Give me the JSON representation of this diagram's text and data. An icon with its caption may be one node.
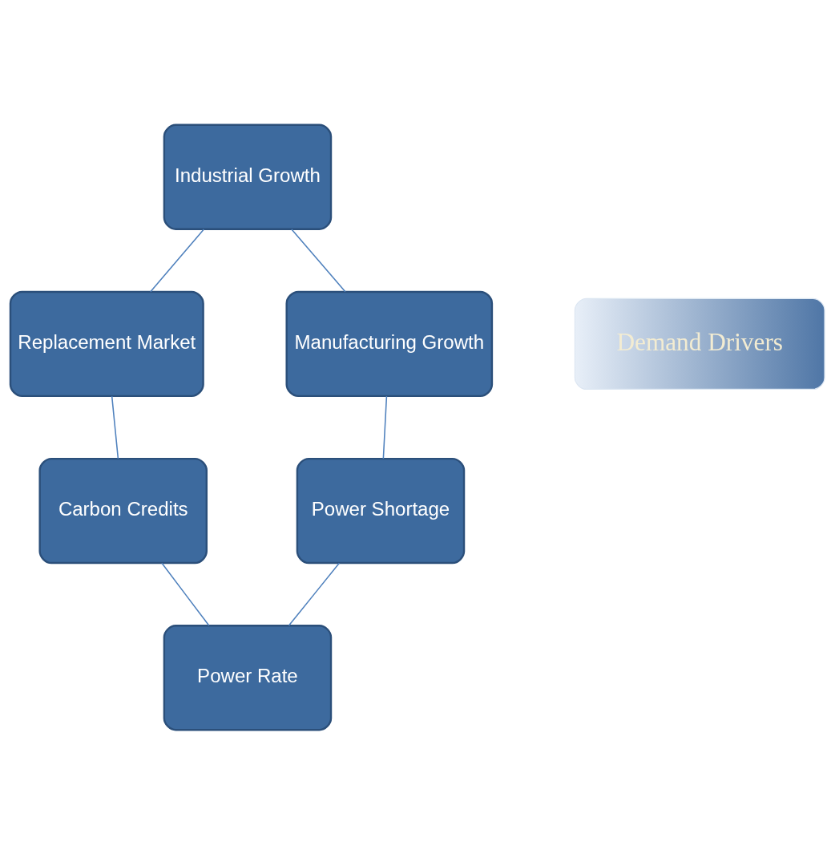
{
  "diagram": {
    "nodes": [
      {
        "text": [
          "Industrial Growth"
        ]
      },
      {
        "text": [
          "Replacement Market"
        ]
      },
      {
        "text": [
          "Manufacturing Growth"
        ]
      },
      {
        "text": [
          "Demand Drivers"
        ]
      },
      {
        "text": [
          "Carbon Credits"
        ]
      },
      {
        "text": [
          "Power Shortage"
        ]
      },
      {
        "text": [
          "Power Rate"
        ]
      }
    ],
    "edges": [
      {
        "from": 0,
        "to": 2,
        "arrow": "none"
      },
      {
        "from": 2,
        "to": 5,
        "arrow": "none"
      },
      {
        "from": 5,
        "to": 6,
        "arrow": "none"
      },
      {
        "from": 4,
        "to": 6,
        "arrow": "none"
      },
      {
        "from": 1,
        "to": 4,
        "arrow": "none"
      },
      {
        "from": 0,
        "to": 1,
        "arrow": "none"
      }
    ]
  }
}
